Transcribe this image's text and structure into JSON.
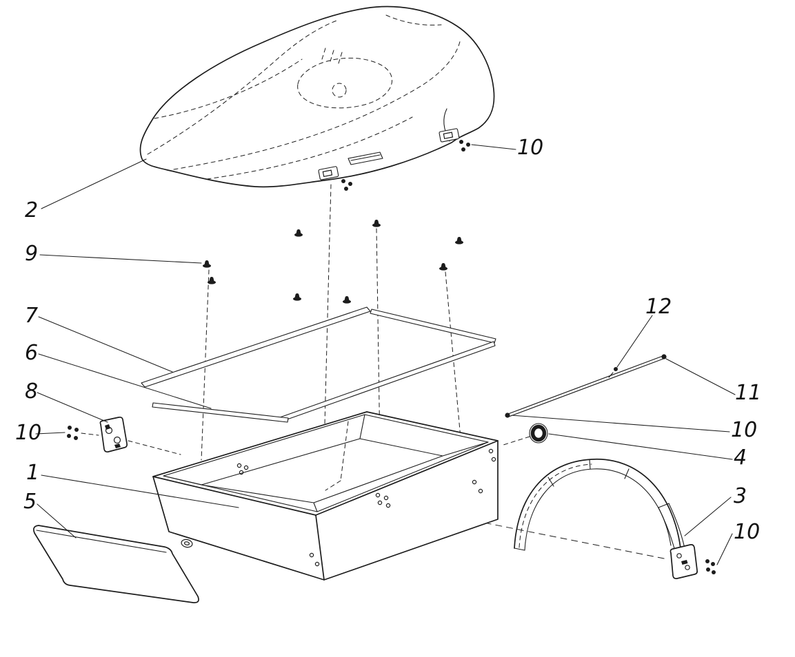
{
  "diagram": {
    "type": "exploded-view-technical-drawing",
    "colors": {
      "line": "#1c1c1c",
      "background": "#ffffff"
    },
    "callouts": [
      {
        "id": "callout-2",
        "text": "2"
      },
      {
        "id": "callout-9",
        "text": "9"
      },
      {
        "id": "callout-7",
        "text": "7"
      },
      {
        "id": "callout-6",
        "text": "6"
      },
      {
        "id": "callout-8",
        "text": "8"
      },
      {
        "id": "callout-10-left",
        "text": "10"
      },
      {
        "id": "callout-1",
        "text": "1"
      },
      {
        "id": "callout-5",
        "text": "5"
      },
      {
        "id": "callout-10-seat",
        "text": "10"
      },
      {
        "id": "callout-12",
        "text": "12"
      },
      {
        "id": "callout-11",
        "text": "11"
      },
      {
        "id": "callout-10-rod",
        "text": "10"
      },
      {
        "id": "callout-4",
        "text": "4"
      },
      {
        "id": "callout-3",
        "text": "3"
      },
      {
        "id": "callout-10-fender",
        "text": "10"
      }
    ]
  }
}
